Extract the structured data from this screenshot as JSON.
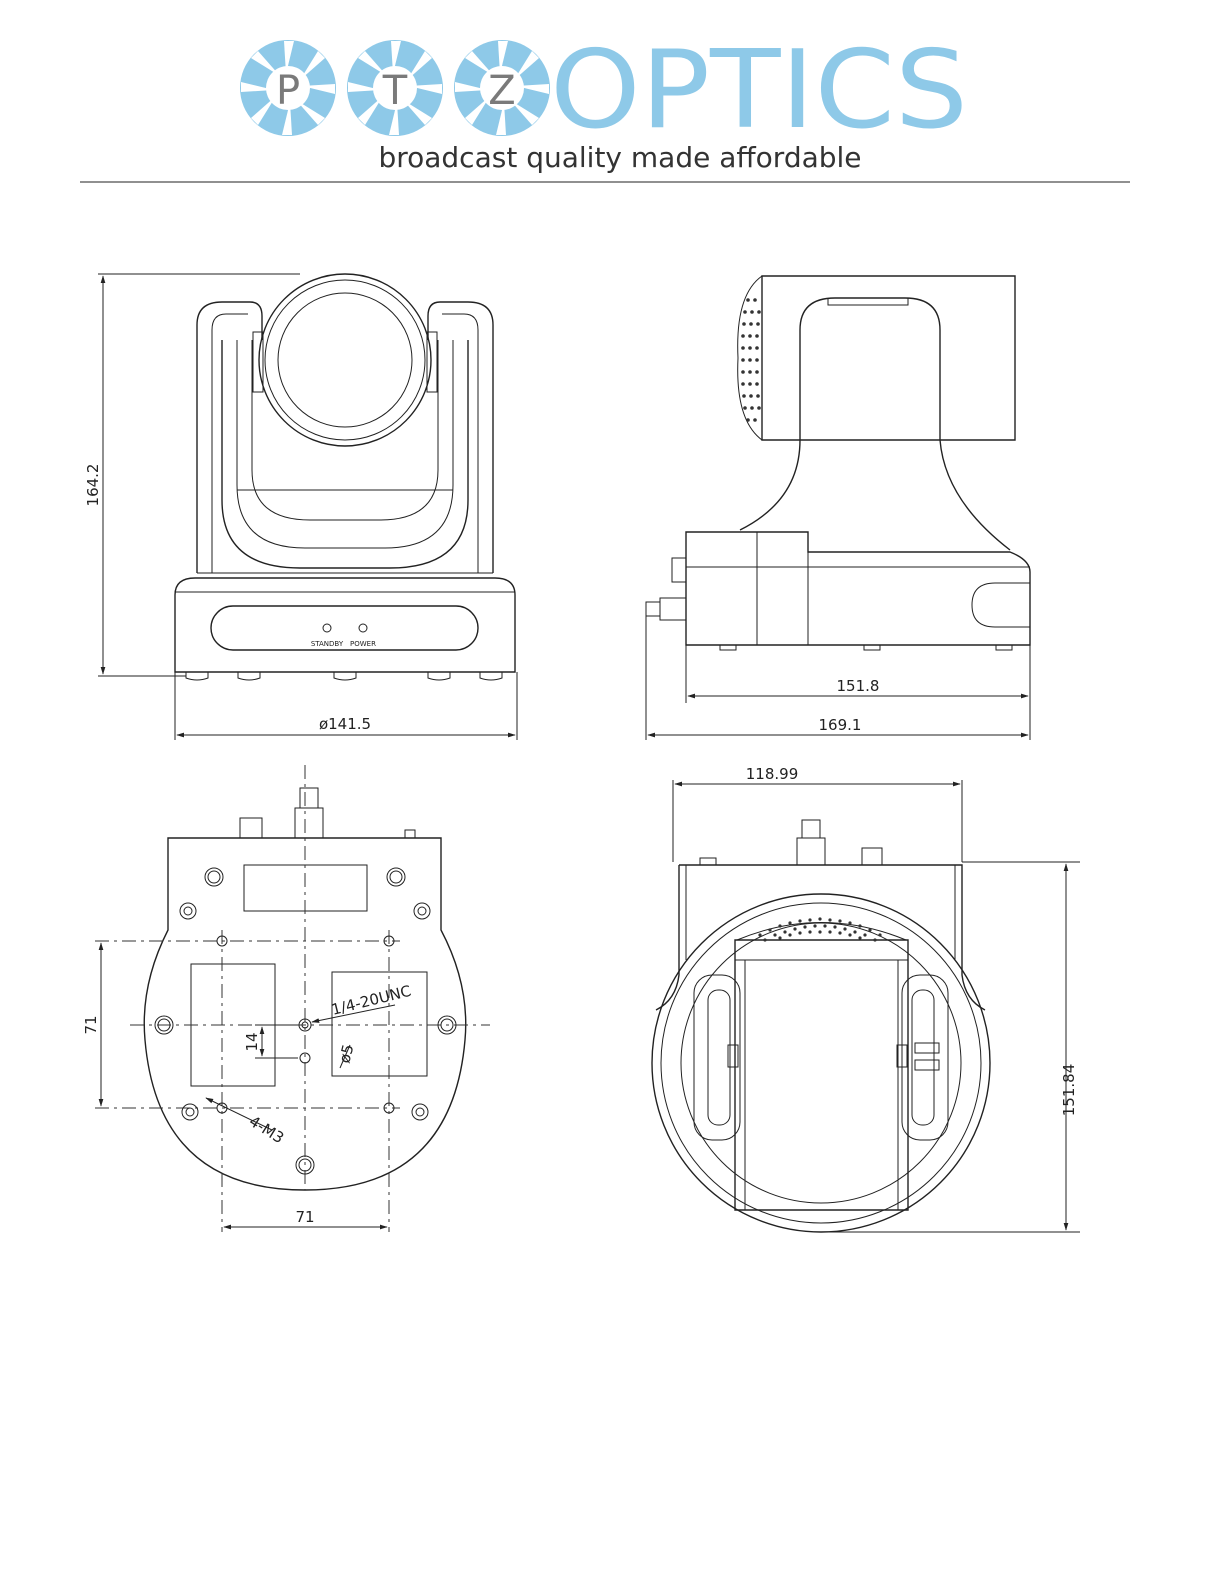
{
  "logo": {
    "letters": [
      "P",
      "T",
      "Z"
    ],
    "wordmark": "OPTICS",
    "tagline": "broadcast quality made affordable",
    "brand_color": "#8ec9e8",
    "letter_color": "#7a7a7a"
  },
  "front_view": {
    "height_dim": "164.2",
    "width_dim": "ø141.5",
    "led_standby": "STANDBY",
    "led_power": "POWER"
  },
  "side_view": {
    "base_dim": "151.8",
    "overall_dim": "169.1"
  },
  "bottom_view": {
    "thread_label": "1/4-20UNC",
    "hole_label": "ø5",
    "offset_label": "14",
    "screw_label": "4-M3",
    "spacing_v": "71",
    "spacing_h": "71"
  },
  "top_view": {
    "width_dim": "118.99",
    "depth_dim": "151.84"
  }
}
